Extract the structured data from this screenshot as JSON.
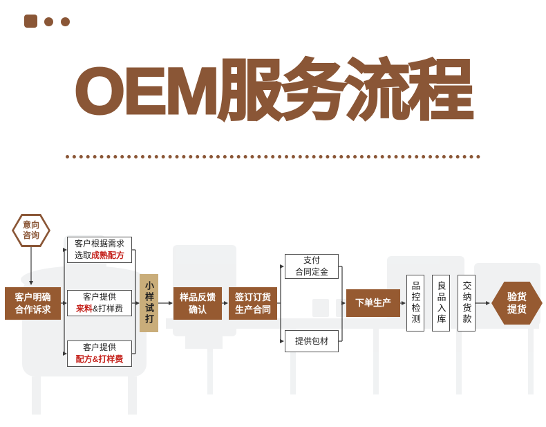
{
  "page": {
    "title": "OEM服务流程"
  },
  "colors": {
    "title_brown": "#8a5636",
    "box_brown": "#965a31",
    "tan": "#c9ad7a",
    "accent_red": "#c5231d",
    "connector": "#3a3a3a"
  },
  "flow": {
    "start": {
      "line1": "意向",
      "line2": "咨询"
    },
    "demand": {
      "line1": "客户明确",
      "line2": "合作诉求"
    },
    "option_formula": {
      "line1": "客户根据需求",
      "line2_black": "选取",
      "line2_red": "成熟配方"
    },
    "option_material": {
      "line1": "客户提供",
      "line2_red": "来料",
      "line2_black": "&打样费"
    },
    "option_recipe": {
      "line1": "客户提供",
      "line2_red": "配方&打样费"
    },
    "sample_trial": "小样试打",
    "feedback": {
      "line1": "样品反馈",
      "line2": "确认"
    },
    "contract": {
      "line1": "签订订货",
      "line2": "生产合同"
    },
    "deposit": {
      "line1": "支付",
      "line2": "合同定金"
    },
    "packaging": "提供包材",
    "production": "下单生产",
    "qc_check": "品控检测",
    "warehouse_in": "良品入库",
    "pay_goods": "交纳货款",
    "end": {
      "line1": "验货",
      "line2": "提货"
    }
  }
}
